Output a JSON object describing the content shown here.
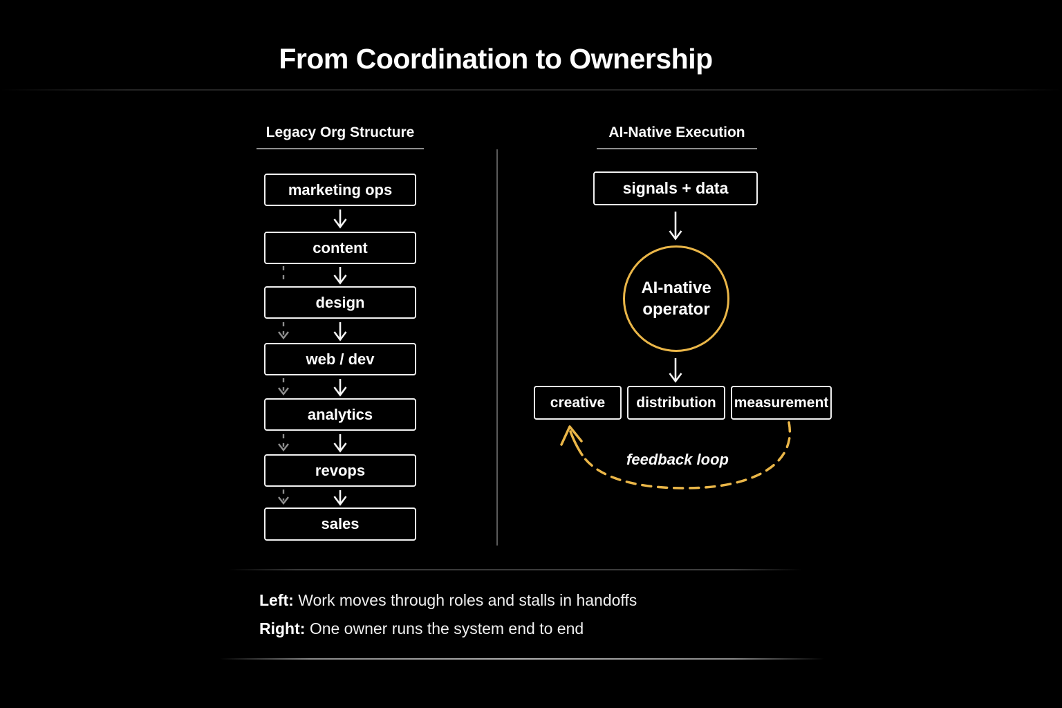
{
  "title": "From Coordination to Ownership",
  "columns": {
    "left": {
      "header": "Legacy Org Structure",
      "boxes": [
        "marketing ops",
        "content",
        "design",
        "web / dev",
        "analytics",
        "revops",
        "sales"
      ]
    },
    "right": {
      "header": "AI-Native Execution",
      "source_box": "signals + data",
      "operator_label": "AI-native operator",
      "output_boxes": [
        "creative",
        "distribution",
        "measurement"
      ],
      "feedback_label": "feedback loop"
    }
  },
  "footer": {
    "left_label": "Left:",
    "left_text": "Work moves through roles and stalls in handoffs",
    "right_label": "Right:",
    "right_text": "One owner runs the system end to end"
  },
  "colors": {
    "background": "#000000",
    "box_border": "#f2f2f2",
    "accent_gold": "#eab648",
    "dashed_gray": "#8f8f8f",
    "text_white": "#f5f5f5",
    "divider_gray": "#5a5a5a"
  }
}
